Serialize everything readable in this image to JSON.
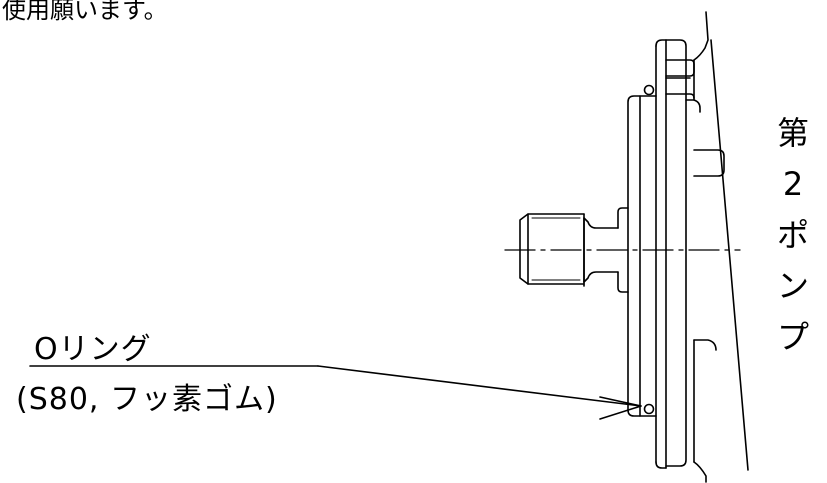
{
  "drawing": {
    "top_note": "使用願います。",
    "oring_label": "Oリング",
    "oring_spec": "(S80, フッ素ゴム)",
    "pump_label": "第2ポンプ"
  }
}
